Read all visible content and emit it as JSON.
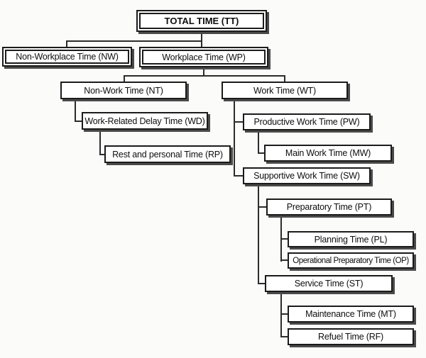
{
  "diagram": {
    "type": "hierarchy-tree",
    "nodes": {
      "tt": {
        "label": "TOTAL TIME (TT)",
        "code": "TT",
        "parent": null
      },
      "nw": {
        "label": "Non-Workplace Time (NW)",
        "code": "NW",
        "parent": "TT"
      },
      "wp": {
        "label": "Workplace Time (WP)",
        "code": "WP",
        "parent": "TT"
      },
      "nt": {
        "label": "Non-Work Time (NT)",
        "code": "NT",
        "parent": "WP"
      },
      "wt": {
        "label": "Work Time (WT)",
        "code": "WT",
        "parent": "WP"
      },
      "wd": {
        "label": "Work-Related Delay Time (WD)",
        "code": "WD",
        "parent": "NT"
      },
      "rp": {
        "label": "Rest and personal Time (RP)",
        "code": "RP",
        "parent": "WD"
      },
      "pw": {
        "label": "Productive Work Time (PW)",
        "code": "PW",
        "parent": "WT"
      },
      "mw": {
        "label": "Main Work Time (MW)",
        "code": "MW",
        "parent": "PW"
      },
      "sw": {
        "label": "Supportive Work Time (SW)",
        "code": "SW",
        "parent": "WT"
      },
      "pt": {
        "label": "Preparatory Time (PT)",
        "code": "PT",
        "parent": "SW"
      },
      "pl": {
        "label": "Planning Time (PL)",
        "code": "PL",
        "parent": "PT"
      },
      "op": {
        "label": "Operational Preparatory Time (OP)",
        "code": "OP",
        "parent": "PT"
      },
      "st": {
        "label": "Service Time (ST)",
        "code": "ST",
        "parent": "SW"
      },
      "mt": {
        "label": "Maintenance Time (MT)",
        "code": "MT",
        "parent": "ST"
      },
      "rf": {
        "label": "Refuel Time (RF)",
        "code": "RF",
        "parent": "ST"
      }
    },
    "colors": {
      "box_border": "#1b1b1b",
      "box_fill": "#ffffff",
      "shadow": "#4a4a4a",
      "connector": "#2c2c2c",
      "background": "#fbfbfa"
    }
  }
}
